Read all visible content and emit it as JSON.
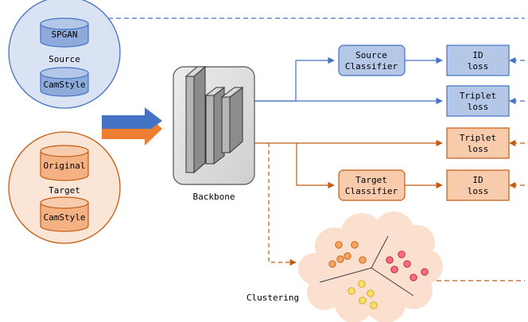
{
  "source": {
    "label": "Source",
    "datasets": [
      "SPGAN",
      "CamStyle"
    ]
  },
  "target": {
    "label": "Target",
    "datasets": [
      "Original",
      "CamStyle"
    ]
  },
  "backbone": {
    "label": "Backbone"
  },
  "heads": {
    "source_classifier": [
      "Source",
      "Classifier"
    ],
    "target_classifier": [
      "Target",
      "Classifier"
    ],
    "source_id_loss": [
      "ID",
      "loss"
    ],
    "source_triplet_loss": [
      "Triplet",
      "loss"
    ],
    "target_triplet_loss": [
      "Triplet",
      "loss"
    ],
    "target_id_loss": [
      "ID",
      "loss"
    ]
  },
  "clustering": {
    "label": "Clustering"
  },
  "colors": {
    "source_stroke": "#4472c4",
    "source_fill": "#dae3f3",
    "source_box": "#b4c7e7",
    "target_stroke": "#c55a11",
    "target_fill": "#fbe5d6",
    "target_box": "#f8cbad",
    "cluster_orange": "#f4a460",
    "cluster_red": "#ff6b81",
    "cluster_yellow": "#ffe066"
  }
}
